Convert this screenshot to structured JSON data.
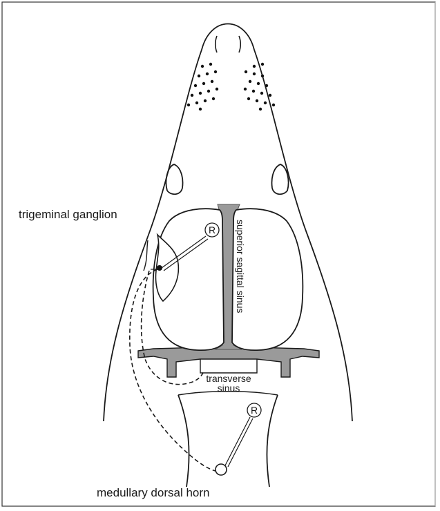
{
  "labels": {
    "trigeminal_ganglion": "trigeminal ganglion",
    "superior_sagittal_sinus": "superior sagittal sinus",
    "transverse_line1": "transverse",
    "transverse_line2": "sinus",
    "medullary_dorsal_horn": "medullary dorsal horn",
    "recording_mark": "R"
  }
}
